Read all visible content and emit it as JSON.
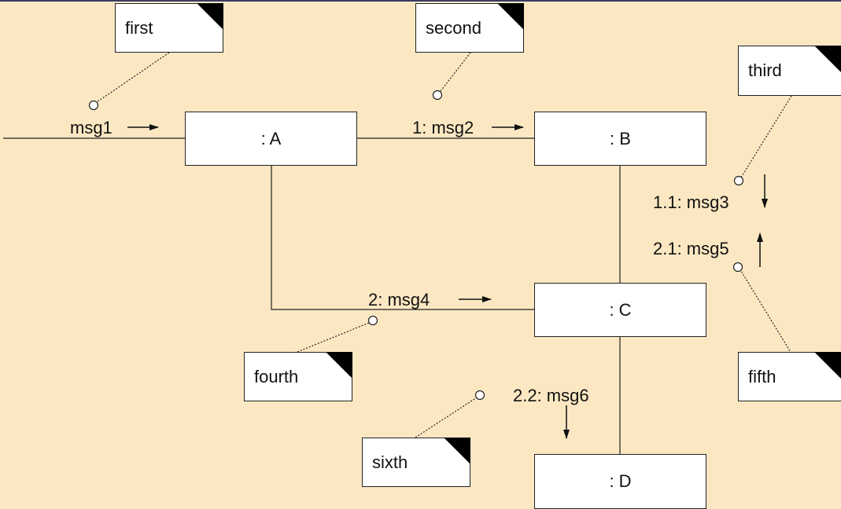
{
  "objects": {
    "a": ": A",
    "b": ": B",
    "c": ": C",
    "d": ": D"
  },
  "notes": {
    "first": "first",
    "second": "second",
    "third": "third",
    "fourth": "fourth",
    "fifth": "fifth",
    "sixth": "sixth"
  },
  "messages": {
    "m1": "msg1",
    "m2": "1: msg2",
    "m3": "1.1: msg3",
    "m4": "2: msg4",
    "m5": "2.1: msg5",
    "m6": "2.2: msg6"
  },
  "colors": {
    "background": "#fbe8c3",
    "box_fill": "#ffffff",
    "line": "#222222"
  }
}
